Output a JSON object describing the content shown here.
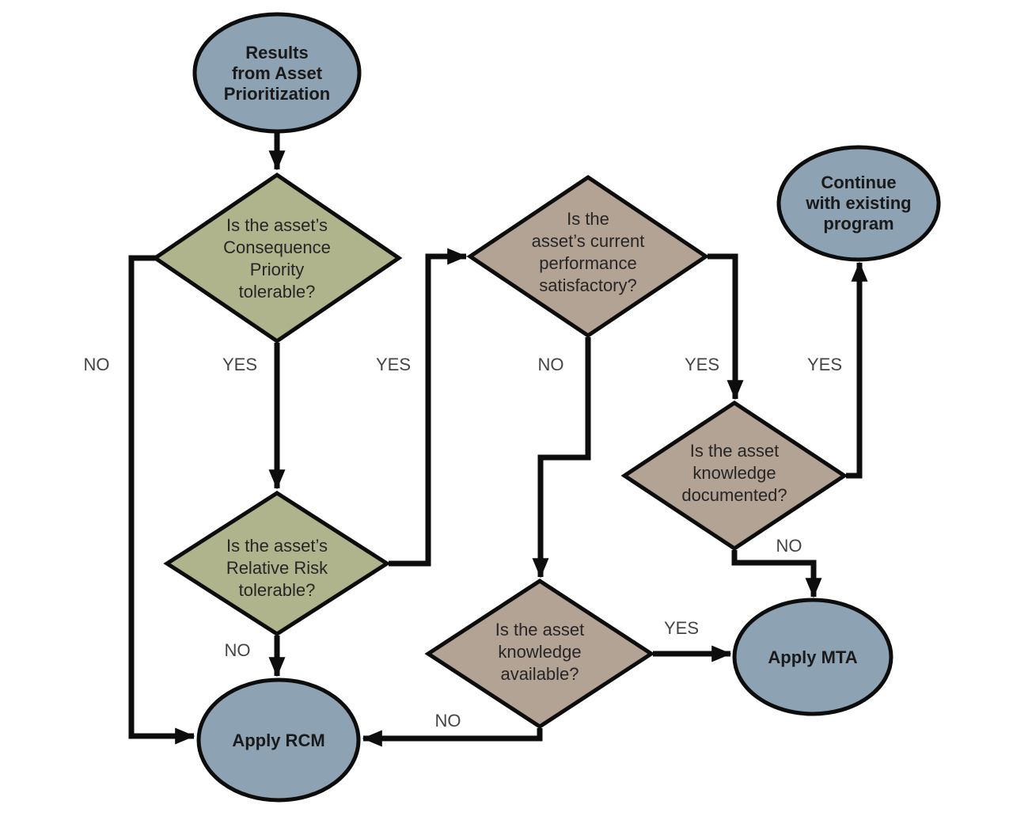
{
  "colors": {
    "ellipse_fill": "#8da2b2",
    "decision_green_fill": "#afb48c",
    "decision_tan_fill": "#b2a394",
    "line_color": "#0d0d0d",
    "node_text": "#262626",
    "edge_label_text": "#444444",
    "background": "#ffffff"
  },
  "nodes": {
    "start": {
      "type": "terminator",
      "lines": [
        "Results",
        "from Asset",
        "Prioritization"
      ]
    },
    "consequence": {
      "type": "decision",
      "lines": [
        "Is the asset’s",
        "Consequence",
        "Priority",
        "tolerable?"
      ]
    },
    "relative_risk": {
      "type": "decision",
      "lines": [
        "Is the asset’s",
        "Relative Risk",
        "tolerable?"
      ]
    },
    "performance": {
      "type": "decision",
      "lines": [
        "Is the",
        "asset’s current",
        "performance",
        "satisfactory?"
      ]
    },
    "documented": {
      "type": "decision",
      "lines": [
        "Is the asset",
        "knowledge",
        "documented?"
      ]
    },
    "available": {
      "type": "decision",
      "lines": [
        "Is the asset",
        "knowledge",
        "available?"
      ]
    },
    "continue_program": {
      "type": "terminator",
      "lines": [
        "Continue",
        "with existing",
        "program"
      ]
    },
    "apply_mta": {
      "type": "terminator",
      "lines": [
        "Apply MTA"
      ]
    },
    "apply_rcm": {
      "type": "terminator",
      "lines": [
        "Apply RCM"
      ]
    }
  },
  "edge_labels": {
    "consequence_no": "NO",
    "consequence_yes": "YES",
    "relative_risk_yes": "YES",
    "relative_risk_no": "NO",
    "performance_no": "NO",
    "performance_yes": "YES",
    "documented_yes": "YES",
    "documented_no": "NO",
    "available_yes": "YES",
    "available_no": "NO"
  }
}
